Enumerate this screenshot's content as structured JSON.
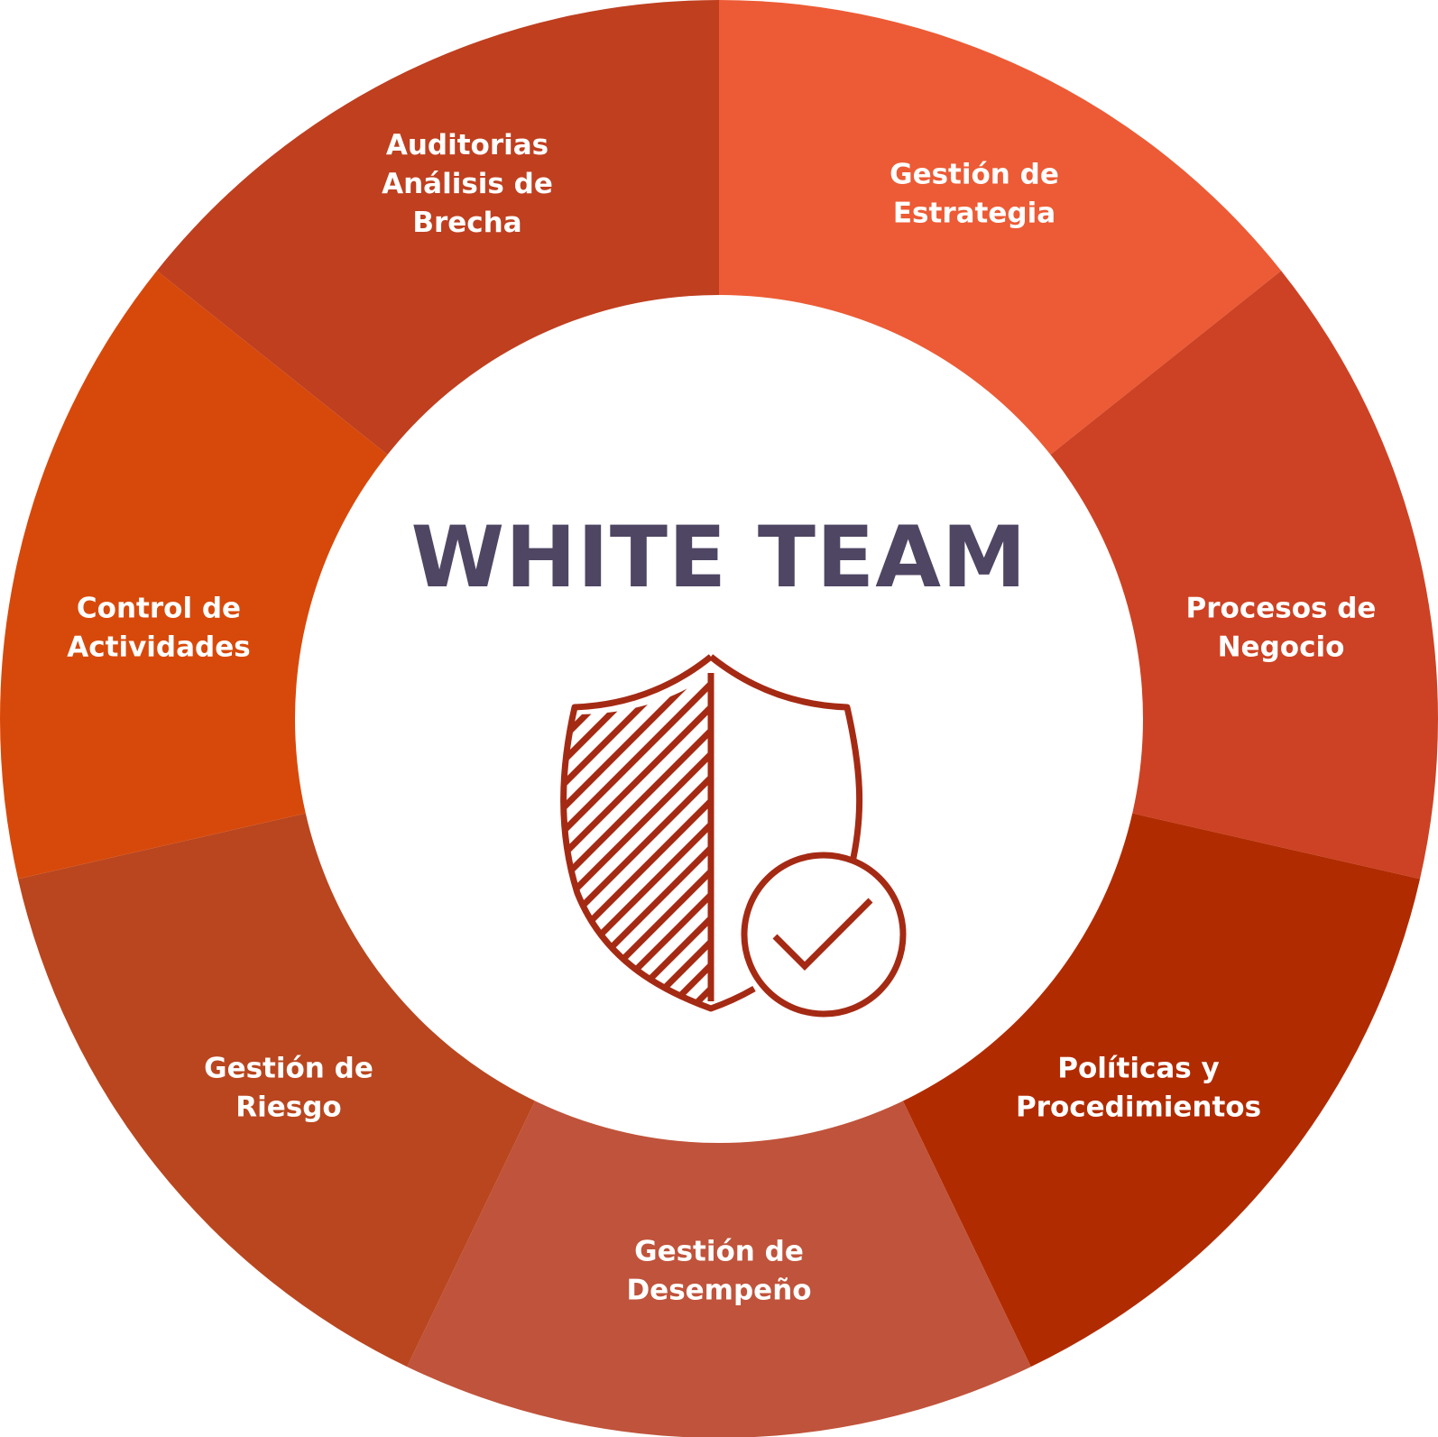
{
  "diagram": {
    "center_title": "WHITE TEAM",
    "center_icon": "shield-check-icon",
    "icon_color": "#a52a14",
    "title_color": "#4f4663",
    "segments": [
      {
        "label_lines": [
          "Gestión de",
          "Estrategia"
        ],
        "color": "#ec5b35"
      },
      {
        "label_lines": [
          "Procesos de",
          "Negocio"
        ],
        "color": "#cd4224"
      },
      {
        "label_lines": [
          "Políticas y",
          "Procedimientos"
        ],
        "color": "#b12b00"
      },
      {
        "label_lines": [
          "Gestión de",
          "Desempeño"
        ],
        "color": "#c0533b"
      },
      {
        "label_lines": [
          "Gestión de",
          "Riesgo"
        ],
        "color": "#b9461f"
      },
      {
        "label_lines": [
          "Control de",
          "Actividades"
        ],
        "color": "#d7490b"
      },
      {
        "label_lines": [
          "Auditorias",
          "Análisis de",
          "Brecha"
        ],
        "color": "#bf3f1f"
      }
    ]
  }
}
